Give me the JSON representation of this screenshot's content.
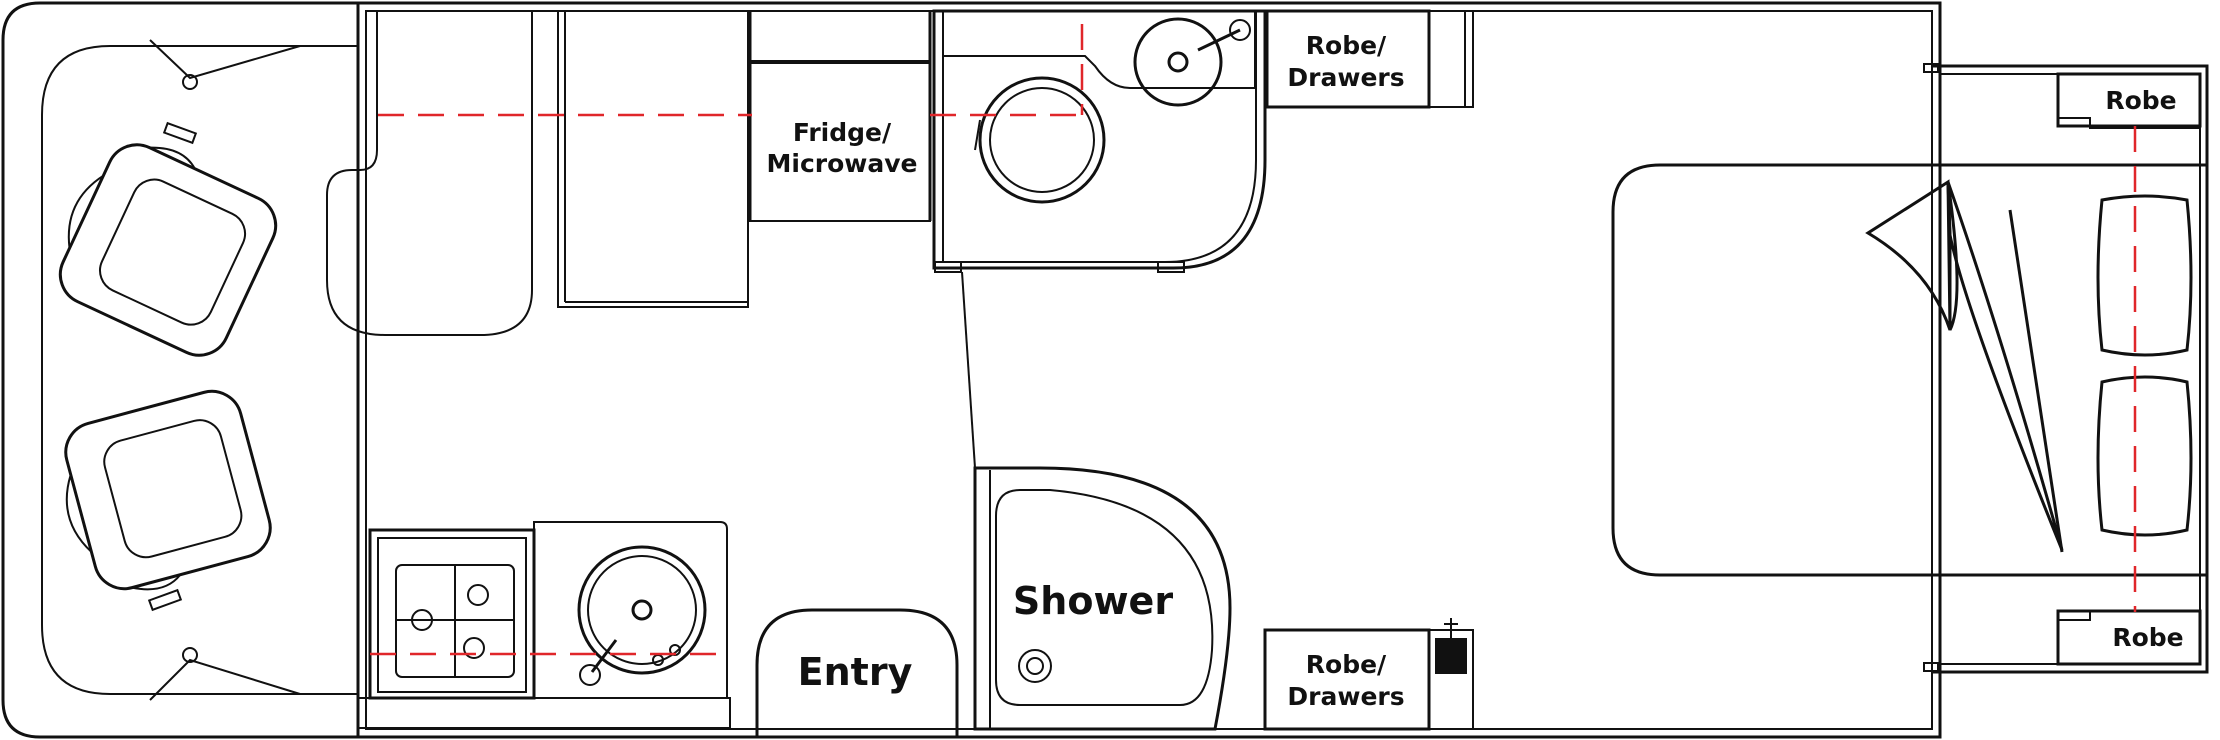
{
  "labels": {
    "fridge_line1": "Fridge/",
    "fridge_line2": "Microwave",
    "robe_drawers_top_line1": "Robe/",
    "robe_drawers_top_line2": "Drawers",
    "robe_drawers_bottom_line1": "Robe/",
    "robe_drawers_bottom_line2": "Drawers",
    "robe_top": "Robe",
    "robe_bottom": "Robe",
    "shower": "Shower",
    "entry": "Entry"
  },
  "colors": {
    "floor": "#eeeae6",
    "cabinet": "#d8d1c9",
    "bed": "#cbcbfb",
    "outline": "#111111",
    "dash": "#e0262a",
    "fixture": "#ffffff"
  }
}
